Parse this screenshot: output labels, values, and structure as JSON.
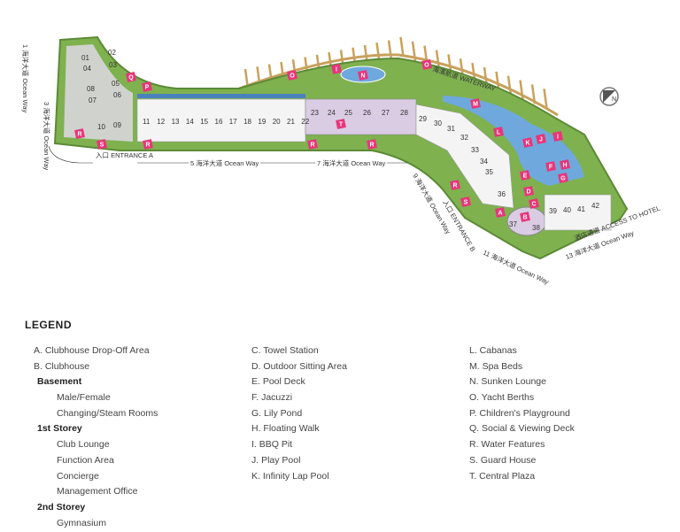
{
  "map": {
    "units": [
      "01",
      "02",
      "03",
      "04",
      "05",
      "06",
      "07",
      "08",
      "09",
      "10",
      "11",
      "12",
      "13",
      "14",
      "15",
      "16",
      "17",
      "18",
      "19",
      "20",
      "21",
      "22",
      "23",
      "24",
      "25",
      "26",
      "27",
      "28",
      "29",
      "30",
      "31",
      "32",
      "33",
      "34",
      "35",
      "36",
      "37",
      "38",
      "39",
      "40",
      "41",
      "42"
    ],
    "markers": [
      "Q",
      "P",
      "R",
      "S",
      "R",
      "R",
      "R",
      "T",
      "I",
      "N",
      "O",
      "O",
      "M",
      "L",
      "K",
      "J",
      "I",
      "F",
      "H",
      "G",
      "E",
      "D",
      "C",
      "B",
      "A",
      "R",
      "S"
    ],
    "roads": {
      "r1": "1 海洋大道 Ocean Way",
      "r3": "3 海洋大道 Ocean Way",
      "r5": "5 海洋大道 Ocean Way",
      "r7": "7 海洋大道 Ocean Way",
      "r9": "9 海洋大道 Ocean Way",
      "r11": "11 海洋大道 Ocean Way",
      "r13": "13 海洋大道 Ocean Way",
      "entrance_a": "入口 ENTRANCE A",
      "entrance_b": "入口 ENTRANCE B",
      "hotel": "酒店通道 ACCESS TO HOTEL",
      "waterway": "海濱航道 WATERWAY"
    },
    "north": "N"
  },
  "legend": {
    "title": "LEGEND",
    "col1": [
      {
        "t": "A. Clubhouse Drop-Off Area",
        "k": "item"
      },
      {
        "t": "B. Clubhouse",
        "k": "item"
      },
      {
        "t": "Basement",
        "k": "hd"
      },
      {
        "t": "Male/Female",
        "k": "sub"
      },
      {
        "t": "Changing/Steam Rooms",
        "k": "sub"
      },
      {
        "t": "1st Storey",
        "k": "hd"
      },
      {
        "t": "Club Lounge",
        "k": "sub"
      },
      {
        "t": "Function Area",
        "k": "sub"
      },
      {
        "t": "Concierge",
        "k": "sub"
      },
      {
        "t": "Management Office",
        "k": "sub"
      },
      {
        "t": "2nd Storey",
        "k": "hd"
      },
      {
        "t": "Gymnasium",
        "k": "sub"
      }
    ],
    "col2": [
      "C. Towel Station",
      "D. Outdoor Sitting Area",
      "E. Pool Deck",
      "F. Jacuzzi",
      "G. Lily Pond",
      "H. Floating Walk",
      "I. BBQ Pit",
      "J. Play Pool",
      "K. Infinity Lap Pool"
    ],
    "col3": [
      "L. Cabanas",
      "M. Spa Beds",
      "N. Sunken Lounge",
      "O. Yacht Berths",
      "P. Children's Playground",
      "Q. Social & Viewing Deck",
      "R. Water Features",
      "S. Guard House",
      "T. Central Plaza"
    ]
  },
  "colors": {
    "marker": "#e8357a",
    "green": "#6fa346",
    "water": "#6fa8dc",
    "building": "#d9cce3",
    "deck": "#b08a4a"
  }
}
